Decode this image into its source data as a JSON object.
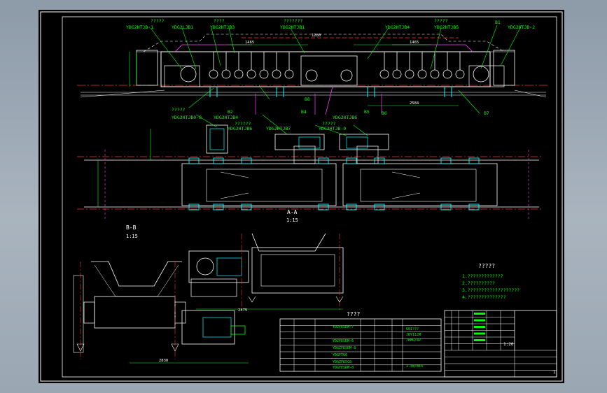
{
  "top_labels": {
    "tl1": "YDG2HTJB-1",
    "tl2": "YDG2LJB1",
    "tl3": "YDG2HTJB3",
    "tl4": "YDG2HTJB1",
    "tl5": "YDG2HTJB4",
    "tl6": "YDG2HTJB5",
    "tl7": "YDG2HTJB-2",
    "b1": "B1",
    "q1": "?????",
    "q2": "????",
    "q3": "???????",
    "q4": "?????",
    "dim1": "1465",
    "dim2": "1465",
    "dim3": "1280"
  },
  "mid_labels": {
    "ml1": "YDG2HTJB0-8",
    "ml2": "YDG2HTJB4",
    "ml3": "YDG2HTJB6",
    "b2": "B2",
    "b4": "B4",
    "b5": "B5",
    "b6": "B6",
    "b7": "B7",
    "b8": "B8",
    "dim4": "2584",
    "pl1": "YDG2HTJB6",
    "pl2": "YDG2HTJB7",
    "pl3": "YDG2HTJB-9",
    "q5": "?????",
    "q6": "??????",
    "q7": "?????"
  },
  "section_labels": {
    "aa": "A-A",
    "aa_scale": "1:15",
    "bb": "B-B",
    "bb_scale": "1:15",
    "dim5": "2475",
    "dim6": "2830"
  },
  "notes": {
    "title": "?????",
    "n1": "1.?????????????",
    "n2": "2.??????????",
    "n3": "3.???????????????????",
    "n4": "4.??????????????"
  },
  "bom": {
    "title": "????",
    "spec1": "GQ1???",
    "spec2": "JBY112M",
    "spec3": "/BMG/4P",
    "speed": "1.4m/min",
    "f1": "YD2FESDM-7",
    "f2": "YD2FESDM-6",
    "f3": "YDGZFESDM-8",
    "f4": "YDGFTG6",
    "f5": "YDGZFE5C8",
    "f6": "YDGFESDM-8"
  },
  "title_block": {
    "scale": "1:20",
    "sheet": "1"
  }
}
